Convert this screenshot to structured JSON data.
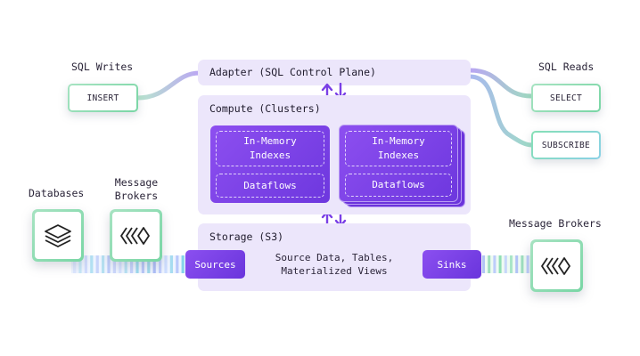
{
  "captions": {
    "sql_writes": "SQL Writes",
    "sql_reads": "SQL Reads",
    "databases": "Databases",
    "message_brokers_left": "Message\nBrokers",
    "message_brokers_right": "Message Brokers"
  },
  "buttons": {
    "insert": "INSERT",
    "select": "SELECT",
    "subscribe": "SUBSCRIBE"
  },
  "adapter": {
    "title": "Adapter (SQL Control Plane)"
  },
  "compute": {
    "title": "Compute (Clusters)",
    "clusters": [
      {
        "indexes": "In-Memory\nIndexes",
        "dataflows": "Dataflows"
      },
      {
        "indexes": "In-Memory\nIndexes",
        "dataflows": "Dataflows"
      }
    ]
  },
  "storage": {
    "title": "Storage (S3)",
    "content": "Source Data, Tables,\nMaterialized Views",
    "sources": "Sources",
    "sinks": "Sinks"
  },
  "icons": {
    "database": "layers-stack-icon",
    "broker": "chevron-chain-icon",
    "arrows": "bidirectional-arrow-icon"
  },
  "colors": {
    "panel": "#ece6fb",
    "purple": "#7a3fe6",
    "green": "#7fd9a8",
    "teal": "#8ad1e6",
    "lavender_line": "#b9a3f2"
  }
}
